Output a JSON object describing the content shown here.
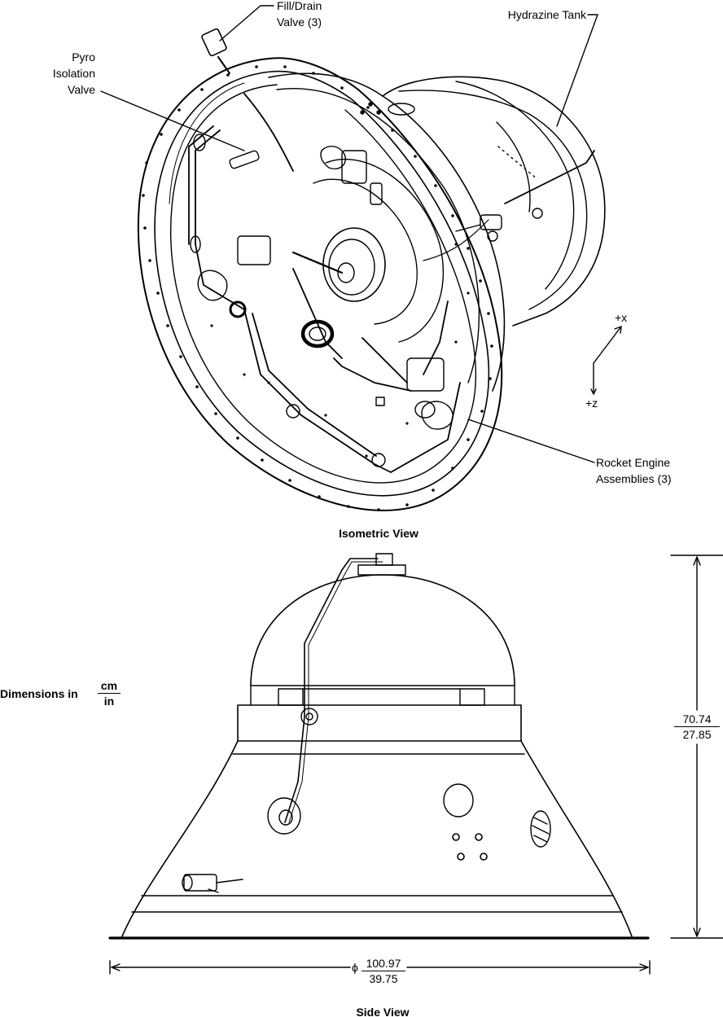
{
  "labels": {
    "fill_drain_line1": "Fill/Drain",
    "fill_drain_line2": "Valve (3)",
    "hydrazine_tank": "Hydrazine Tank",
    "pyro_line1": "Pyro",
    "pyro_line2": "Isolation",
    "pyro_line3": "Valve",
    "rocket_line1": "Rocket Engine",
    "rocket_line2": "Assemblies (3)",
    "axis_x": "+x",
    "axis_z": "+z",
    "isometric_caption": "Isometric View",
    "side_caption": "Side View",
    "dimensions_prefix": "Dimensions in",
    "unit_num": "cm",
    "unit_den": "in"
  },
  "dimensions": {
    "height_cm": "70.74",
    "height_in": "27.85",
    "diameter_symbol": "ϕ",
    "diameter_cm": "100.97",
    "diameter_in": "39.75"
  },
  "colors": {
    "ink": "#000000",
    "paper": "#ffffff"
  }
}
